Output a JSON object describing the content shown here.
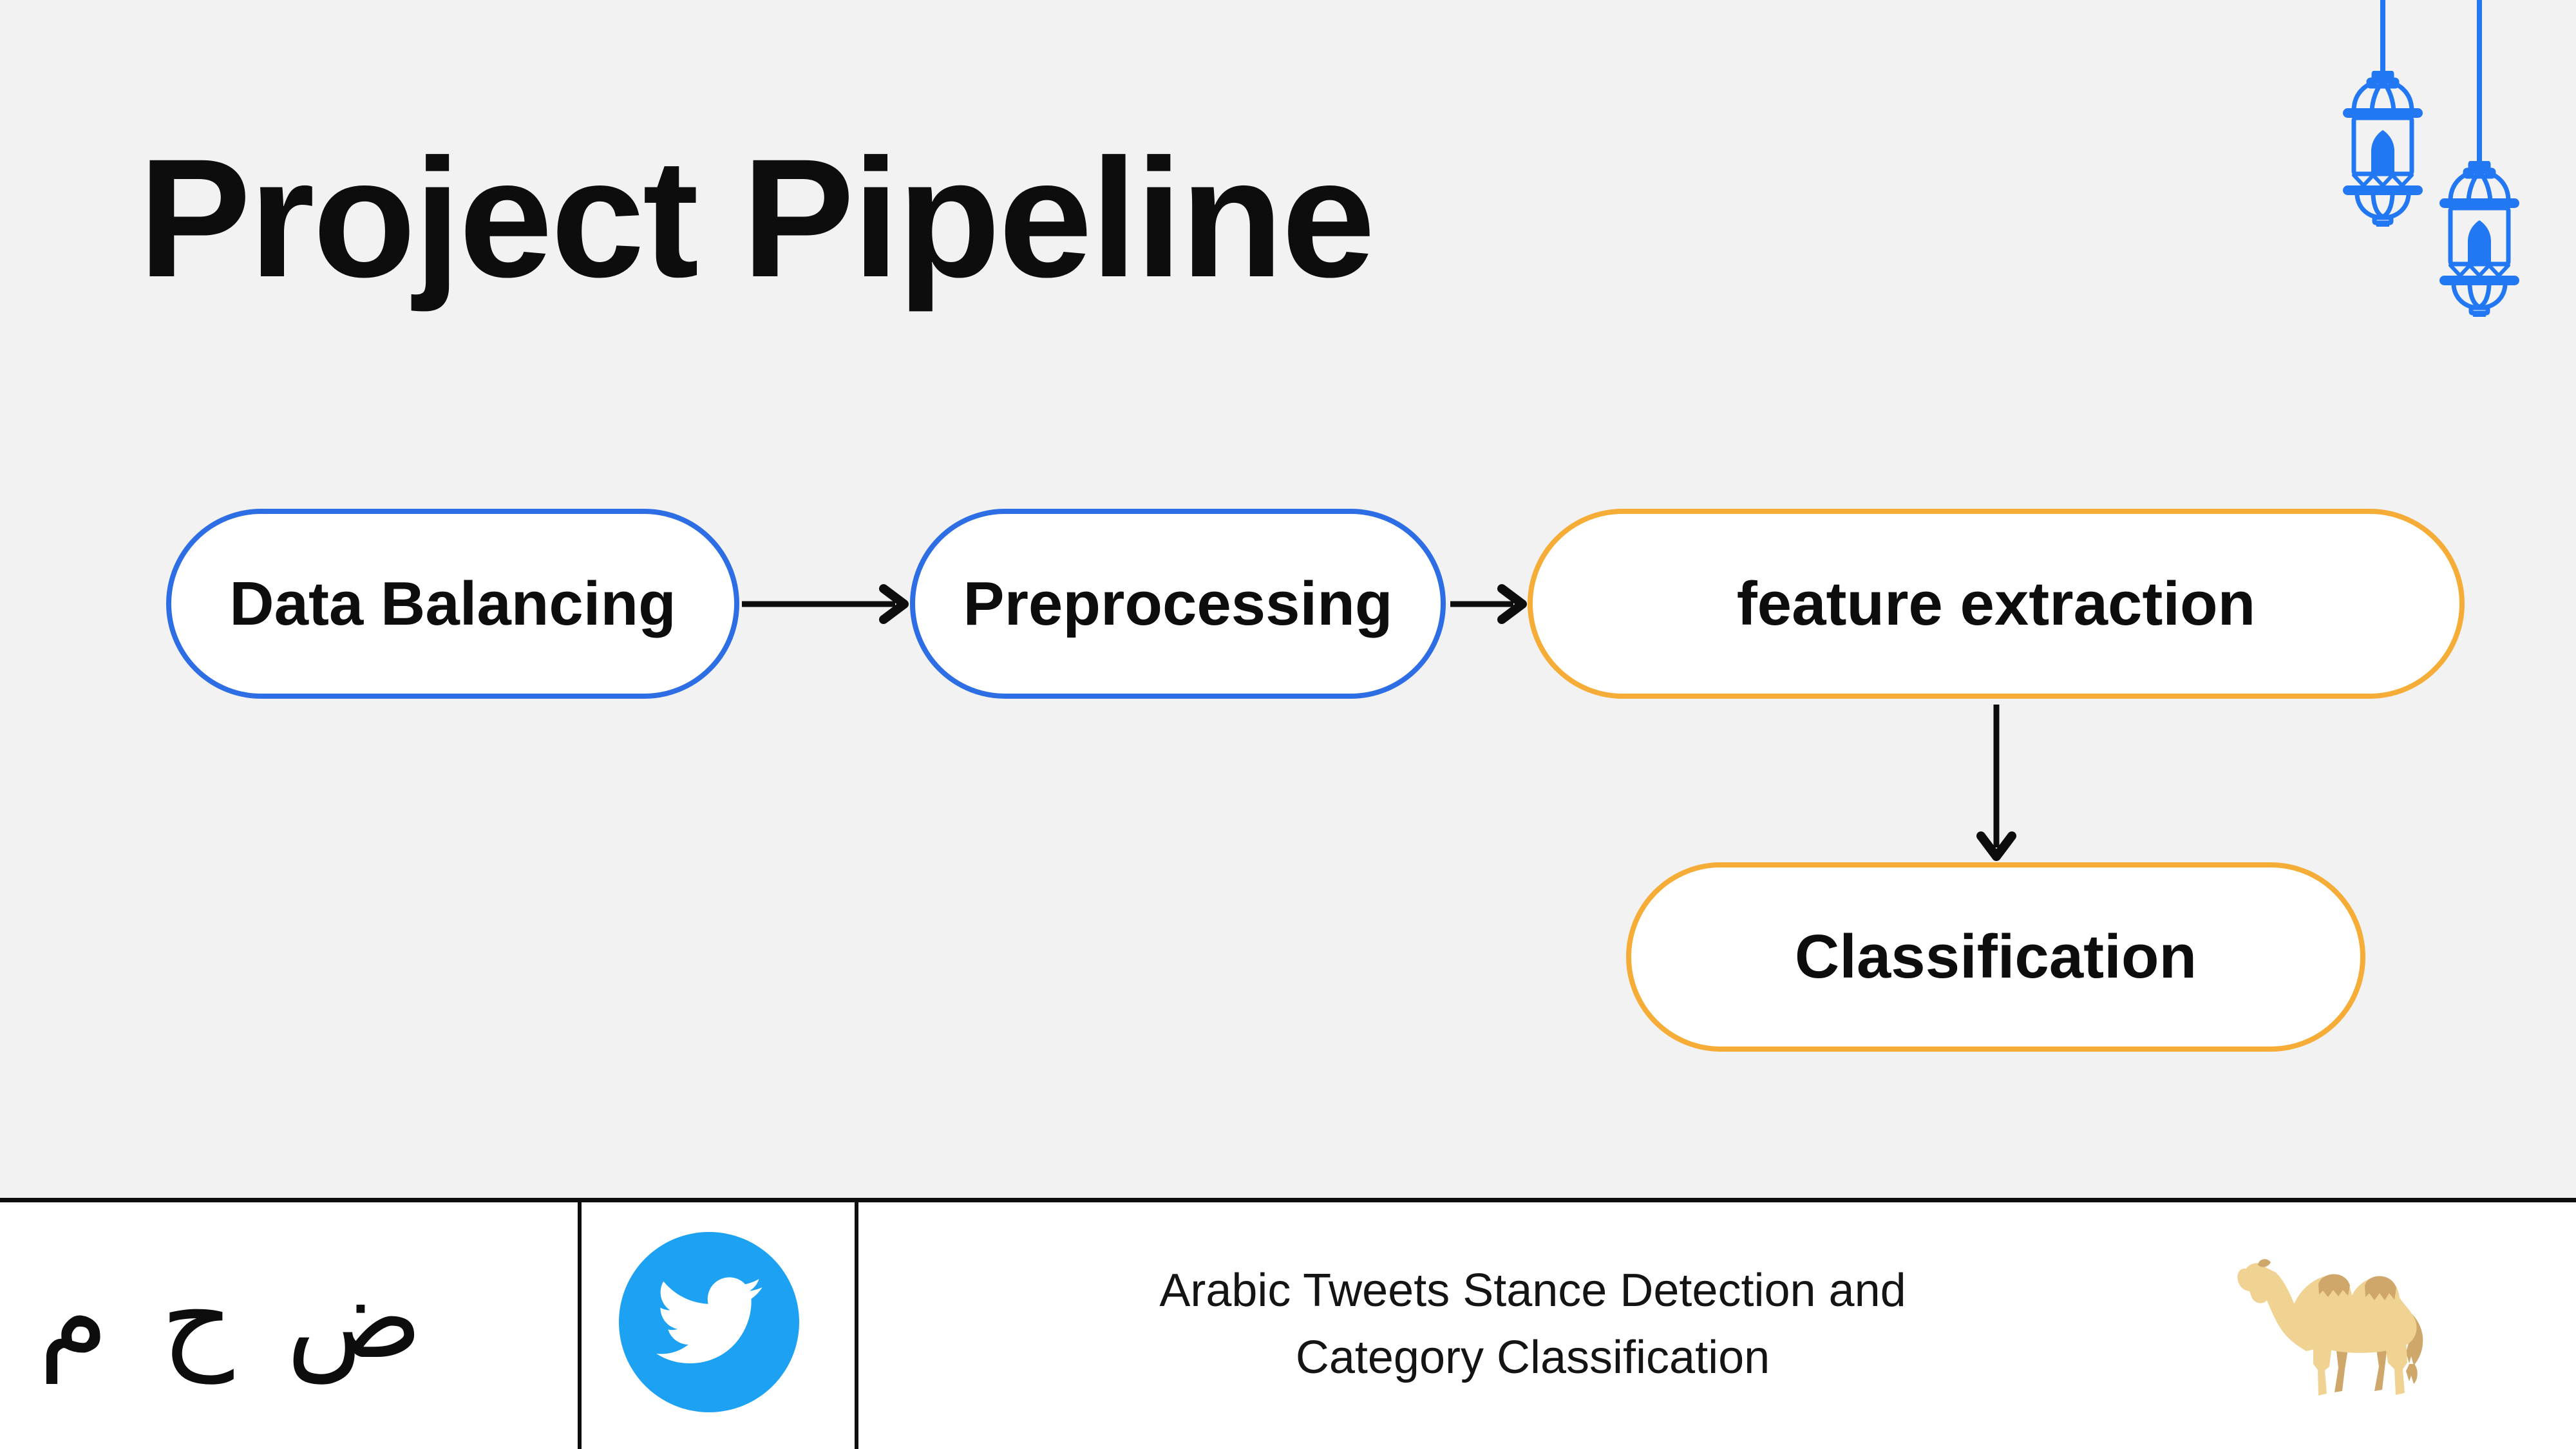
{
  "slide": {
    "title": "Project Pipeline"
  },
  "pipeline": {
    "nodes": [
      {
        "label": "Data Balancing",
        "accent": "blue"
      },
      {
        "label": "Preprocessing",
        "accent": "blue"
      },
      {
        "label": "feature extraction",
        "accent": "yellow"
      },
      {
        "label": "Classification",
        "accent": "yellow"
      }
    ]
  },
  "footer": {
    "arabic_letters": "ض ح م",
    "caption_line1": "Arabic Tweets Stance Detection and",
    "caption_line2": "Category Classification"
  },
  "colors": {
    "background": "#f2f2f3",
    "ink": "#0d0d0d",
    "node_blue": "#2d6ee4",
    "node_yellow": "#f5ad38",
    "lantern_blue": "#2277f2",
    "twitter_blue": "#1da1f2",
    "camel_light": "#f0d393",
    "camel_dark": "#d0a76b",
    "footer_bg": "#ffffff"
  }
}
